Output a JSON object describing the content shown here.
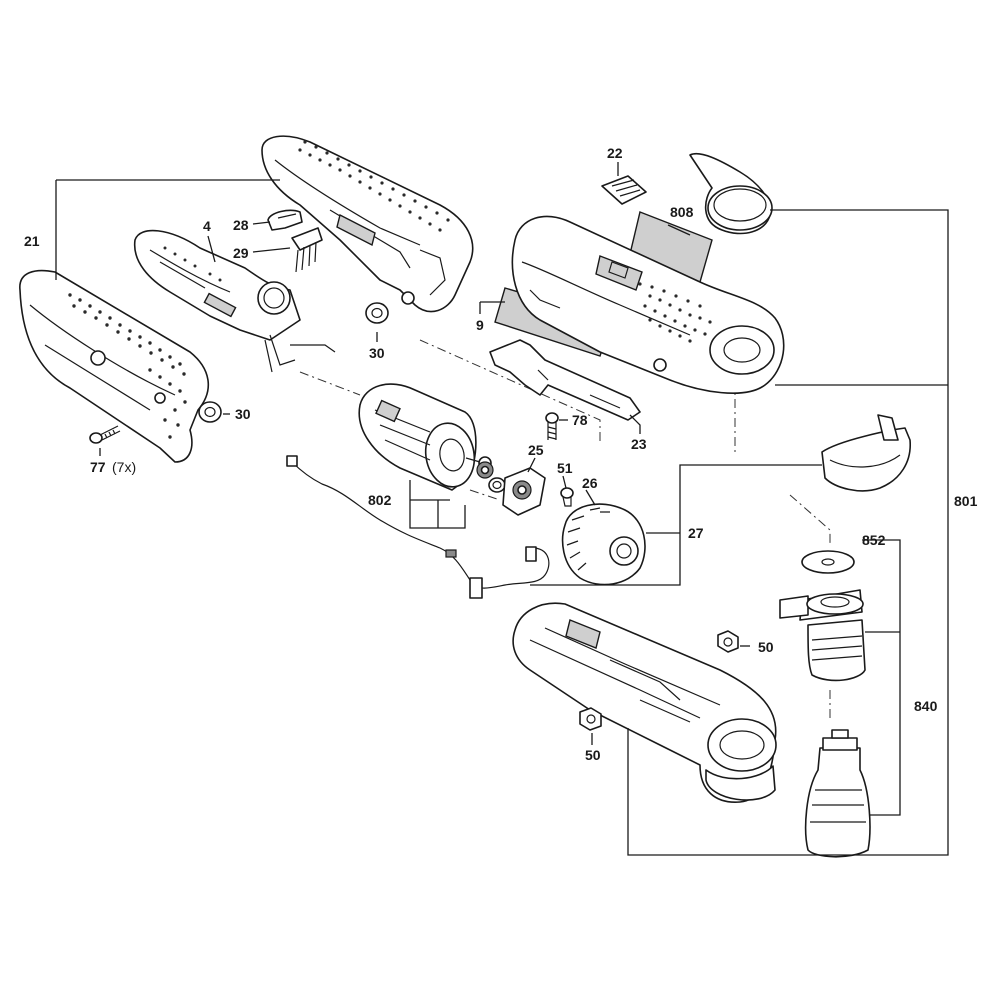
{
  "callouts": {
    "c21": "21",
    "c4": "4",
    "c28": "28",
    "c29": "29",
    "c30a": "30",
    "c30b": "30",
    "c77": "77",
    "c77q": "(7x)",
    "c22": "22",
    "c808": "808",
    "c9": "9",
    "c78": "78",
    "c23": "23",
    "c25": "25",
    "c51": "51",
    "c26": "26",
    "c802": "802",
    "c27": "27",
    "c801": "801",
    "c852": "852",
    "c50a": "50",
    "c50b": "50",
    "c840": "840"
  },
  "colors": {
    "line": "#1a1a1a",
    "shade": "#cfcfcf",
    "dark": "#8a8a8a"
  }
}
